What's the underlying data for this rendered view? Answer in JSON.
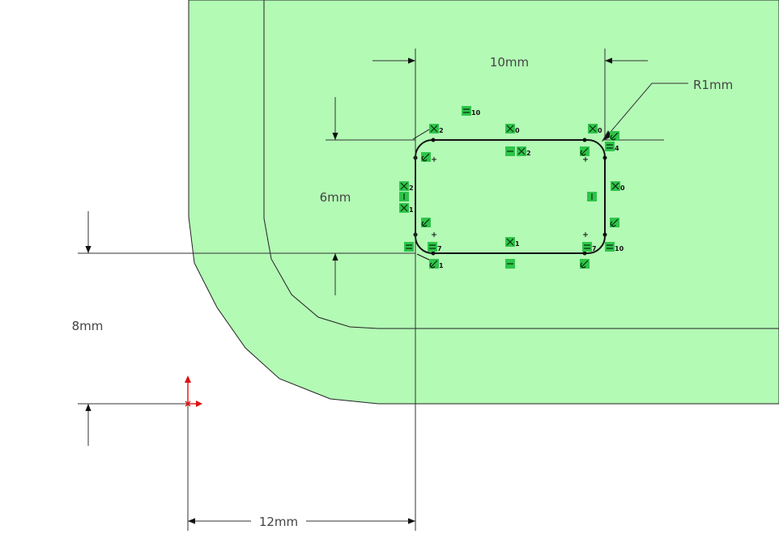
{
  "dimensions": {
    "width_top": "10mm",
    "height_left": "6mm",
    "fillet_radius": "R1mm",
    "vertical_offset": "8mm",
    "horizontal_offset": "12mm"
  },
  "colors": {
    "face_fill": "#b3fab5",
    "face_edge": "#222222",
    "sketch_line": "#111111",
    "dim_line": "#333333",
    "relation_badge": "#2fc44a",
    "origin": "#e01010"
  },
  "relations": [
    {
      "id": "r1",
      "icon": "coincident-icon",
      "label": "2"
    },
    {
      "id": "r2",
      "icon": "equal-icon",
      "label": "10"
    },
    {
      "id": "r3",
      "icon": "coincident-icon",
      "label": "0"
    },
    {
      "id": "r4",
      "icon": "coincident-icon",
      "label": "0"
    },
    {
      "id": "r5",
      "icon": "tangent-icon",
      "label": ""
    },
    {
      "id": "r6",
      "icon": "equal-icon",
      "label": "4"
    },
    {
      "id": "r7",
      "icon": "horizontal-icon",
      "label": ""
    },
    {
      "id": "r8",
      "icon": "coincident-icon",
      "label": "2"
    },
    {
      "id": "r9",
      "icon": "tangent-icon",
      "label": ""
    },
    {
      "id": "r10",
      "icon": "tangent-icon",
      "label": ""
    },
    {
      "id": "r11",
      "icon": "coincident-icon",
      "label": "2"
    },
    {
      "id": "r12",
      "icon": "vertical-icon",
      "label": ""
    },
    {
      "id": "r13",
      "icon": "coincident-icon",
      "label": "1"
    },
    {
      "id": "r14",
      "icon": "vertical-icon",
      "label": ""
    },
    {
      "id": "r15",
      "icon": "coincident-icon",
      "label": "0"
    },
    {
      "id": "r16",
      "icon": "tangent-icon",
      "label": ""
    },
    {
      "id": "r17",
      "icon": "tangent-icon",
      "label": ""
    },
    {
      "id": "r18",
      "icon": "equal-icon",
      "label": ""
    },
    {
      "id": "r19",
      "icon": "equal-icon",
      "label": "7"
    },
    {
      "id": "r20",
      "icon": "coincident-icon",
      "label": "1"
    },
    {
      "id": "r21",
      "icon": "equal-icon",
      "label": "7"
    },
    {
      "id": "r22",
      "icon": "equal-icon",
      "label": "10"
    },
    {
      "id": "r23",
      "icon": "tangent-icon",
      "label": "1"
    },
    {
      "id": "r24",
      "icon": "horizontal-icon",
      "label": ""
    },
    {
      "id": "r25",
      "icon": "tangent-icon",
      "label": ""
    }
  ]
}
